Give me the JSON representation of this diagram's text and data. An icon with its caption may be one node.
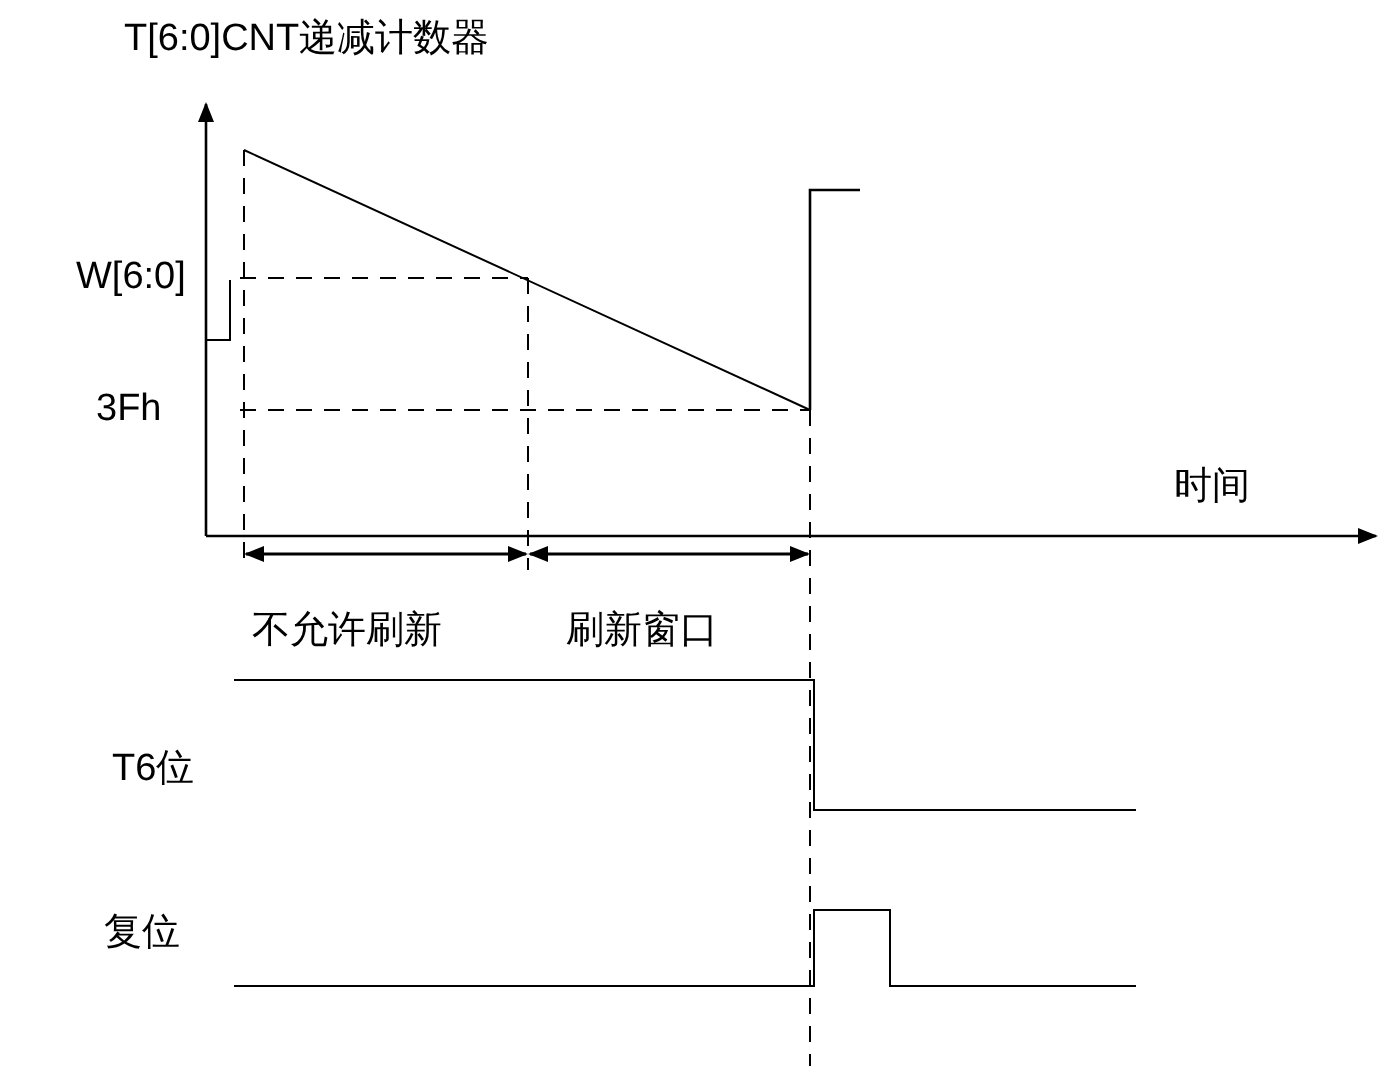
{
  "diagram": {
    "labels": [
      "T[6:0]CNT递减计数器",
      "W[6:0]",
      "3Fh",
      "时间",
      "不允许刷新",
      "刷新窗口",
      "T6位",
      "复位"
    ]
  }
}
